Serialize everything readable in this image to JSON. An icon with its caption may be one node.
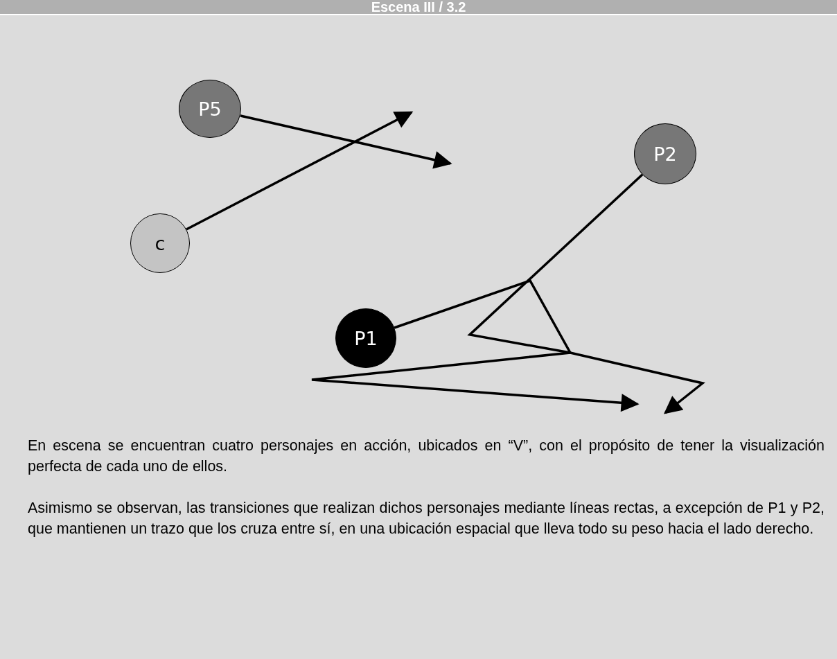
{
  "diagram": {
    "title": "Escena III / 3.2",
    "nodes": [
      {
        "text": [
          "P5"
        ]
      },
      {
        "text": [
          "c"
        ]
      },
      {
        "text": [
          "P2"
        ]
      },
      {
        "text": [
          "P1"
        ]
      }
    ],
    "edges": [
      {
        "from": 0,
        "to": null,
        "arrow": "to"
      },
      {
        "from": 1,
        "to": null,
        "arrow": "to"
      },
      {
        "from": 2,
        "to": null,
        "arrow": "to"
      },
      {
        "from": 3,
        "to": null,
        "arrow": "to"
      }
    ],
    "labels": [
      "En escena se encuentran cuatro personajes en acción, ubicados en “V”, con el propósito de tener la visualización perfecta de cada uno de ellos.",
      "Asimismo se observan, las transiciones que realizan dichos personajes mediante líneas rectas, a excepción de P1 y P2, que mantienen un trazo que los cruza  entre sí, en una ubicación espacial que lleva todo su peso hacia el lado derecho."
    ]
  }
}
